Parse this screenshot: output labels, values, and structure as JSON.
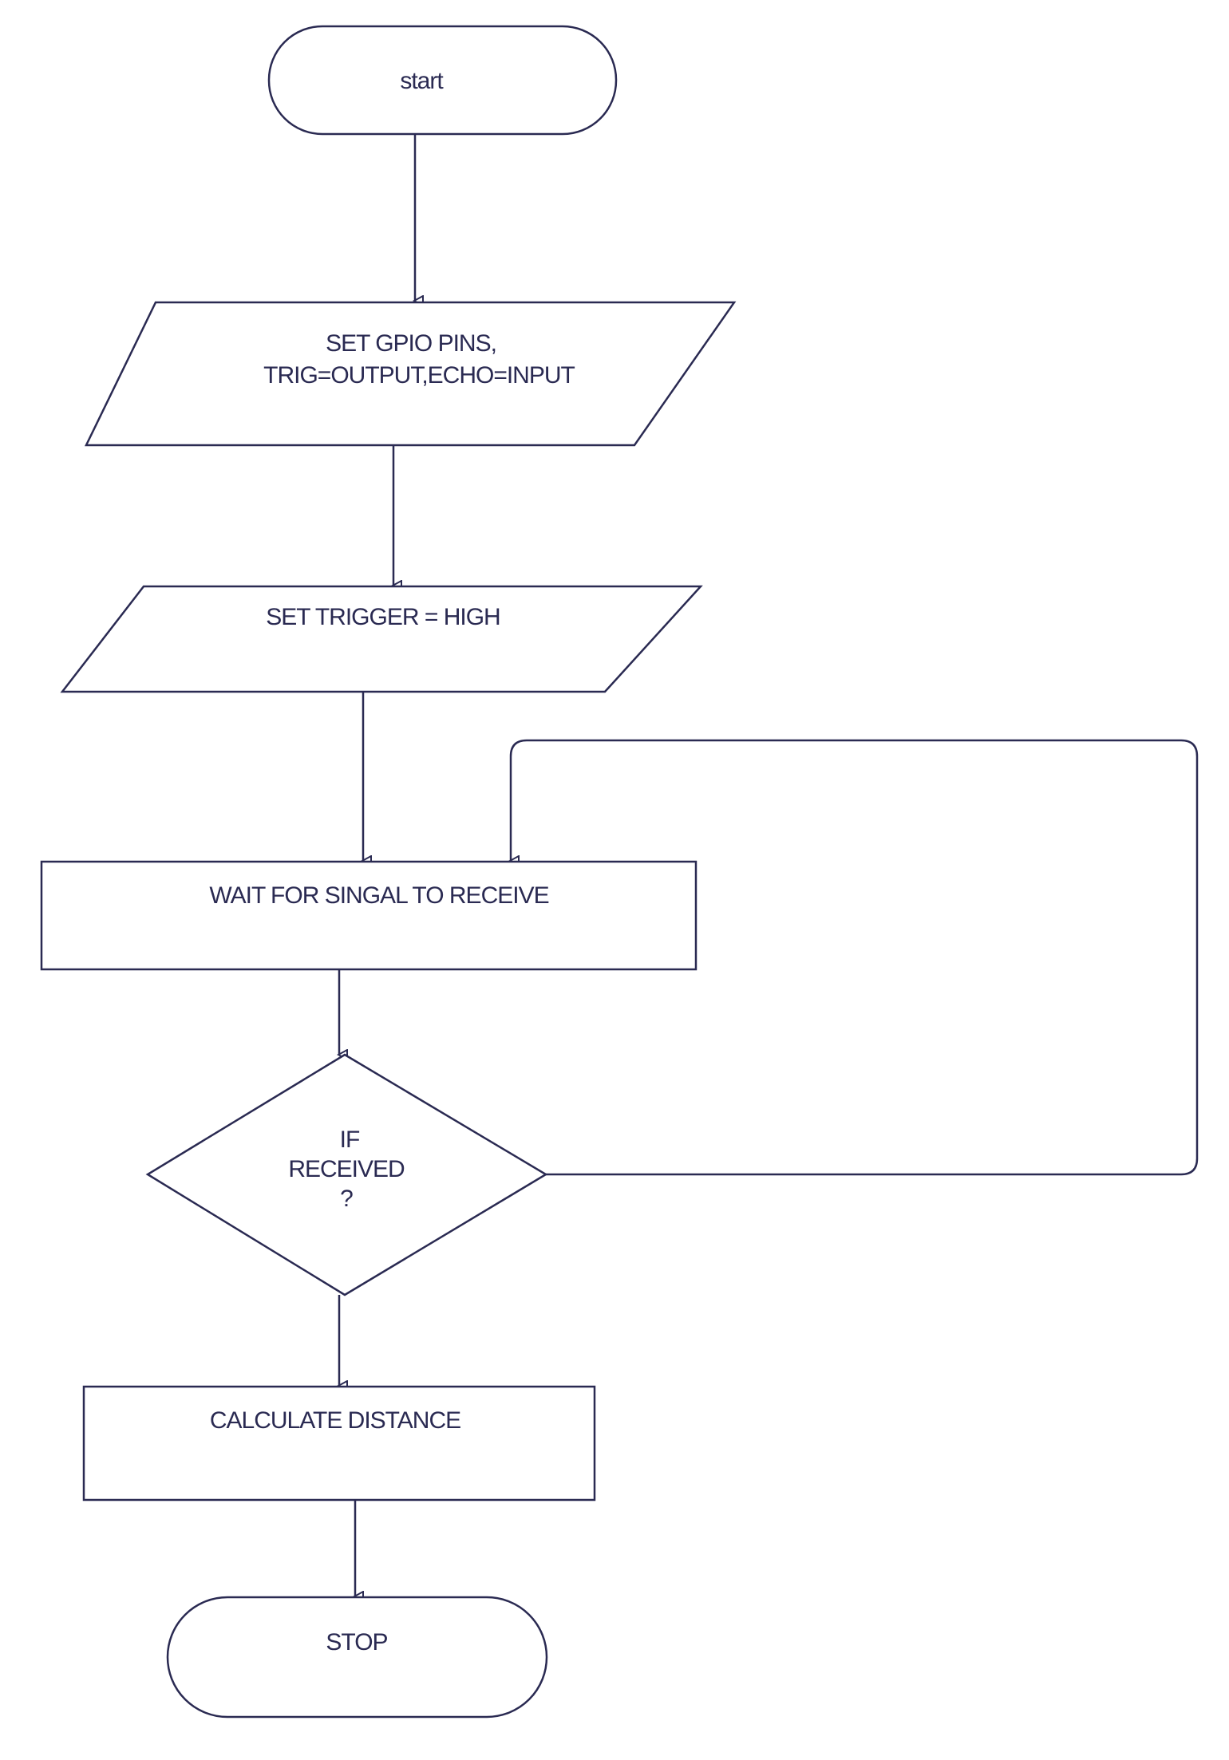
{
  "flowchart": {
    "nodes": {
      "start": {
        "label": "start"
      },
      "set_gpio": {
        "line1": "SET GPIO PINS,",
        "line2": "TRIG=OUTPUT,ECHO=INPUT"
      },
      "set_trigger": {
        "label": "SET TRIGGER = HIGH"
      },
      "wait_signal": {
        "label": "WAIT FOR SINGAL TO RECEIVE"
      },
      "if_received": {
        "line1": "IF",
        "line2": "RECEIVED",
        "line3": "?"
      },
      "calculate": {
        "label": "CALCULATE DISTANCE"
      },
      "stop": {
        "label": "STOP"
      }
    },
    "colors": {
      "stroke": "#2a2a52",
      "background": "#ffffff",
      "text": "#2a2a52"
    }
  }
}
